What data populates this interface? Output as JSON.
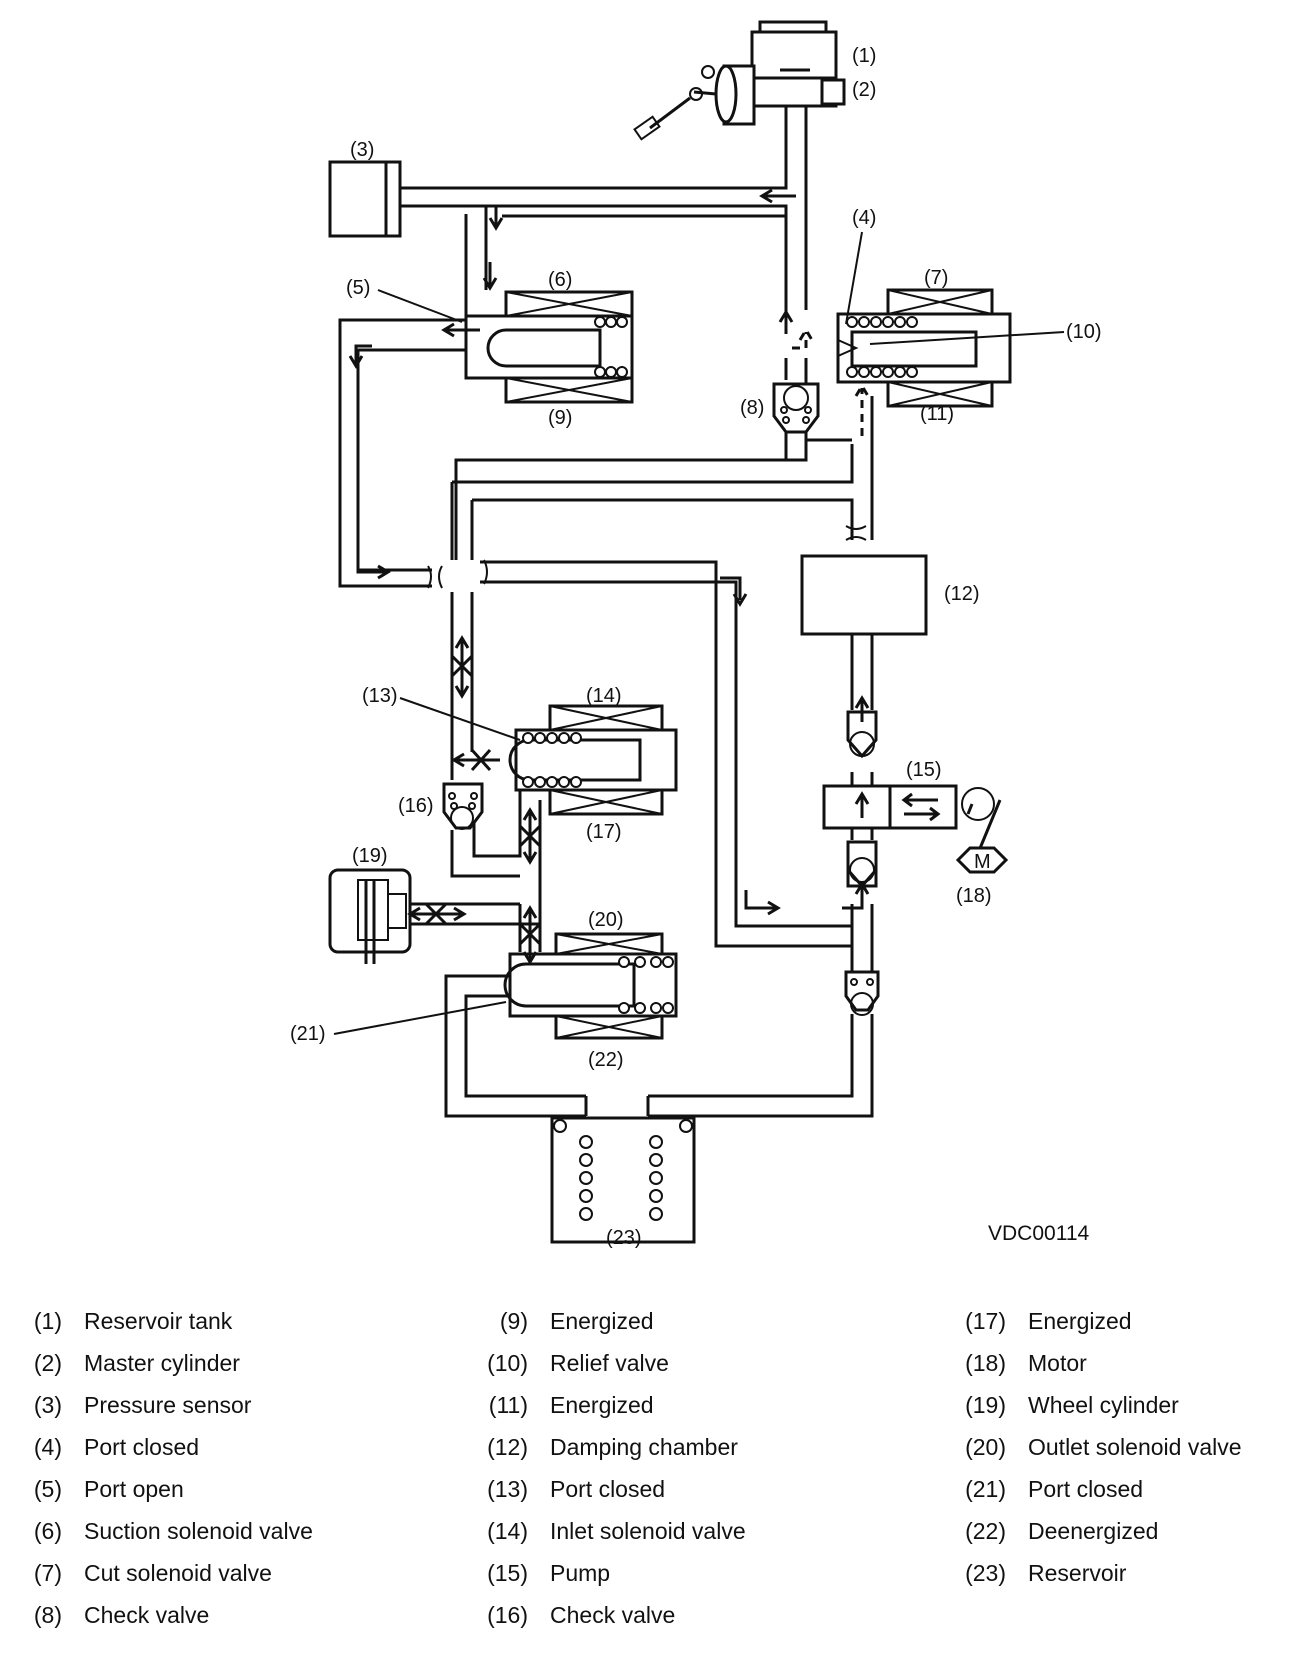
{
  "document_code": "VDC00114",
  "callouts": [
    "(1)",
    "(2)",
    "(3)",
    "(4)",
    "(5)",
    "(6)",
    "(7)",
    "(8)",
    "(9)",
    "(10)",
    "(11)",
    "(12)",
    "(13)",
    "(14)",
    "(15)",
    "(16)",
    "(17)",
    "(18)",
    "(19)",
    "(20)",
    "(21)",
    "(22)",
    "(23)"
  ],
  "motor_symbol": "M",
  "legend": {
    "columns": [
      [
        {
          "num": "(1)",
          "label": "Reservoir tank"
        },
        {
          "num": "(2)",
          "label": "Master cylinder"
        },
        {
          "num": "(3)",
          "label": "Pressure sensor"
        },
        {
          "num": "(4)",
          "label": "Port closed"
        },
        {
          "num": "(5)",
          "label": "Port open"
        },
        {
          "num": "(6)",
          "label": "Suction solenoid valve"
        },
        {
          "num": "(7)",
          "label": "Cut solenoid valve"
        },
        {
          "num": "(8)",
          "label": "Check valve"
        }
      ],
      [
        {
          "num": "(9)",
          "label": "Energized"
        },
        {
          "num": "(10)",
          "label": "Relief valve"
        },
        {
          "num": "(11)",
          "label": "Energized"
        },
        {
          "num": "(12)",
          "label": "Damping chamber"
        },
        {
          "num": "(13)",
          "label": "Port closed"
        },
        {
          "num": "(14)",
          "label": "Inlet solenoid valve"
        },
        {
          "num": "(15)",
          "label": "Pump"
        },
        {
          "num": "(16)",
          "label": "Check valve"
        }
      ],
      [
        {
          "num": "(17)",
          "label": "Energized"
        },
        {
          "num": "(18)",
          "label": "Motor"
        },
        {
          "num": "(19)",
          "label": "Wheel cylinder"
        },
        {
          "num": "(20)",
          "label": "Outlet solenoid valve"
        },
        {
          "num": "(21)",
          "label": "Port closed"
        },
        {
          "num": "(22)",
          "label": "Deenergized"
        },
        {
          "num": "(23)",
          "label": "Reservoir"
        }
      ]
    ]
  }
}
